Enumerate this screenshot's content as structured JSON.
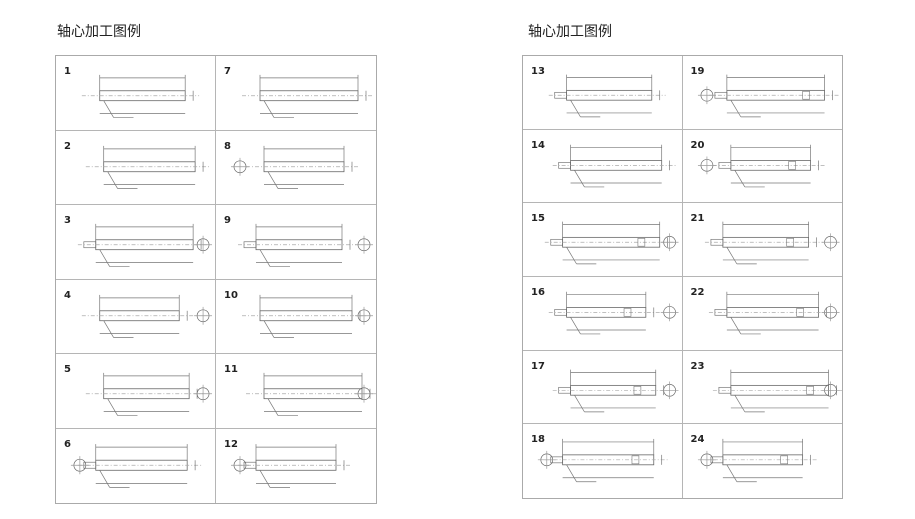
{
  "left_sheet": {
    "title": "轴心加工图例",
    "cells": [
      "1",
      "7",
      "2",
      "8",
      "3",
      "9",
      "4",
      "10",
      "5",
      "11",
      "6",
      "12"
    ]
  },
  "right_sheet": {
    "title": "轴心加工图例",
    "cells": [
      "13",
      "19",
      "14",
      "20",
      "15",
      "21",
      "16",
      "22",
      "17",
      "23",
      "18",
      "24"
    ]
  }
}
